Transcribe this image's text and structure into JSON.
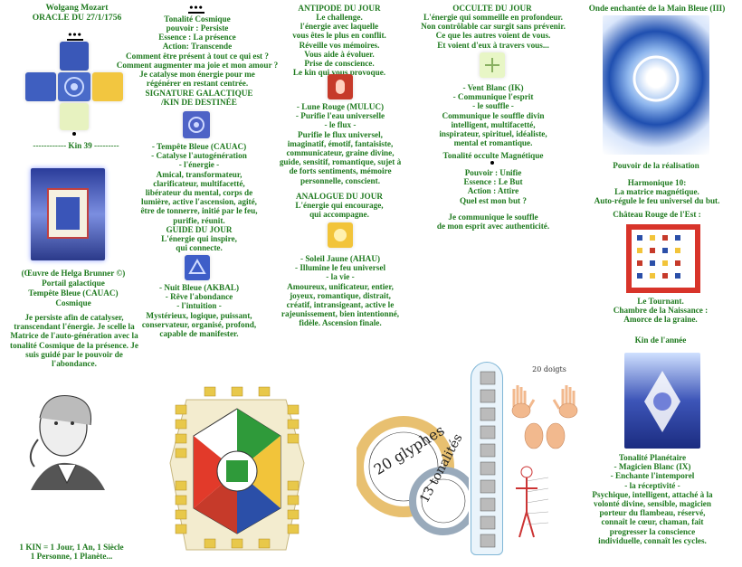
{
  "col1": {
    "name": "Wolgang Mozart",
    "oracle": "ORACLE DU 27/1/1756",
    "kin_line": "------------ Kin 39 ---------",
    "credit": "(Œuvre de Helga Brunner ©)",
    "portal": "Portail galactique",
    "tempest": "Tempête Bleue (CAUAC)",
    "cosmic": "Cosmique",
    "text": "Je persiste afin de catalyser, transcendant l'énergie. Je scelle la Matrice de l'auto-génération avec la tonalité Cosmique de la présence. Je suis guidé par le pouvoir de l'abondance.",
    "kin_eq1": "1 KIN = 1 Jour, 1 An, 1 Siècle",
    "kin_eq2": "1 Personne, 1 Planète..."
  },
  "col2": {
    "tone_title": "Tonalité Cosmique",
    "tone_text": "pouvoir : Persiste\nEssence : La présence\nAction: Transcende\nComment être présent à tout ce qui est ?\nComment augmenter ma joie et mon amour ?\nJe catalyse mon énergie pour me\nrégénérer en restant centrée.",
    "sig_title": "SIGNATURE GALACTIQUE\n/KIN DE DESTINÉE",
    "sig_text": "- Tempête Bleue (CAUAC)\n- Catalyse l'autogénération\n- l'énergie -\nAmical, transformateur,\nclarificateur, multifacetté,\nlibérateur du mental, corps de\nlumière, active l'ascension,  agité,\nêtre de tonnerre, initié par le feu,\npurifie, réunit.",
    "guide_title": "GUIDE DU JOUR",
    "guide_sub": "L'énergie qui inspire,\nqui connecte.",
    "guide_text": "- Nuit Bleue (AKBAL)\n- Rêve l'abondance\n- l'intuition -\nMystérieux, logique, puissant,\nconservateur,  organisé, profond,\ncapable de manifester."
  },
  "col3": {
    "anti_title": "ANTIPODE DU JOUR",
    "anti_sub": "Le challenge.\nl'énergie avec laquelle\nvous êtes le plus en conflit.\nRéveille vos mémoires.\nVous aide à évoluer.\nPrise de conscience.\nLe kin qui vous provoque.",
    "anti_text": "- Lune Rouge (MULUC)\n- Purifie l'eau universelle\n- le flux -\nPurifie le flux universel,\nimaginatif, émotif, fantaisiste,\ncommunicateur, graine divine,\nguide, sensitif, romantique, sujet à\nde forts sentiments, mémoire\npersonnelle, conscient.",
    "ana_title": "ANALOGUE DU JOUR",
    "ana_sub": "L'énergie qui encourage,\nqui accompagne.",
    "ana_text": "- Soleil Jaune (AHAU)\n- Illumine le feu universel\n- la vie -\nAmoureux, unificateur, entier,\njoyeux, romantique, distrait,\ncréatif, intransigeant,  active le\nrajeunissement, bien intentionné,\nfidèle. Ascension finale."
  },
  "col4": {
    "occ_title": "OCCULTE DU JOUR",
    "occ_sub": "L'énergie qui sommeille en profondeur.\nNon contrôlable car surgit sans prévenir.\nCe que les autres voient de vous.\nEt voient d'eux à travers vous...",
    "occ_text": "- Vent Blanc (IK)\n- Communique l'esprit\n- le souffle -\nCommunique le souffle divin\nintelligent, multifacetté,\ninspirateur, spirituel, idéaliste,\nmental et romantique.",
    "occ_tone_title": "Tonalité occulte Magnétique",
    "occ_tone_text": "Pouvoir : Unifie\nEssence : Le But\nAction : Attire\nQuel est mon but ?",
    "occ_close": "Je communique le souffle\nde mon esprit avec authenticité.",
    "doigts": "20 doigts",
    "glyphes": "20 glyphes",
    "tonalites": "13 tonalités"
  },
  "col5": {
    "wave_title": "Onde enchantée de la Main Bleue (III)",
    "realisation": "Pouvoir de la réalisation",
    "harmonique": "Harmonique 10:\nLa matrice magnétique.\nAuto-régule le feu universel du but.",
    "chateau": "Château Rouge de l'Est :",
    "tournant": "Le Tournant.\nChambre de la Naissance :\nAmorce de la graine.",
    "kin_annee": "Kin de l'année",
    "kin_annee_text": "Tonalité Planétaire\n- Magicien Blanc (IX)\n- Enchante l'intemporel\n- la réceptivité -\nPsychique, intelligent, attaché à la\nvolonté divine, sensible, magicien\nporteur du flambeau,  réservé,\nconnaît le cœur, chaman, fait\nprogresser la conscience\nindividuelle, connaît les cycles."
  },
  "colors": {
    "text": "#1f7a1f",
    "blue": "#2b4fa8",
    "red": "#c8382c",
    "yellow": "#f0c020",
    "white": "#e6e0d0"
  }
}
